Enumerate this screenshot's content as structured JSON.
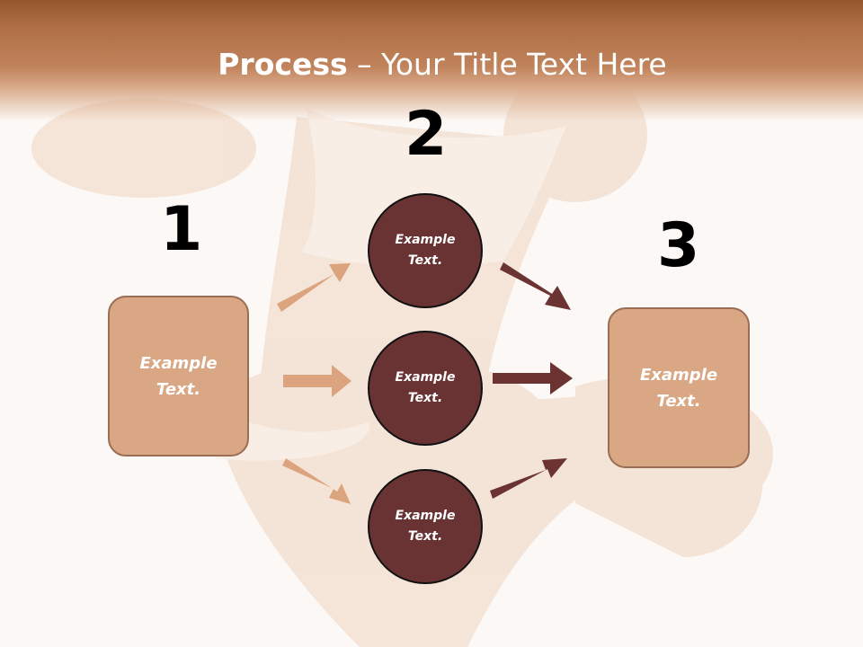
{
  "title": {
    "bold": "Process",
    "rest": " – Your Title Text Here"
  },
  "steps": [
    "1",
    "2",
    "3"
  ],
  "left_box": "Example Text.",
  "right_box": "Example Text.",
  "circles": [
    "Example Text.",
    "Example Text.",
    "Example Text."
  ],
  "colors": {
    "banner": "#b06f45",
    "box_fill": "#d9a784",
    "box_border": "#9a6e55",
    "circle_fill": "#6a3333",
    "arrow_light": "#dca47e",
    "arrow_dark": "#6b3331"
  }
}
